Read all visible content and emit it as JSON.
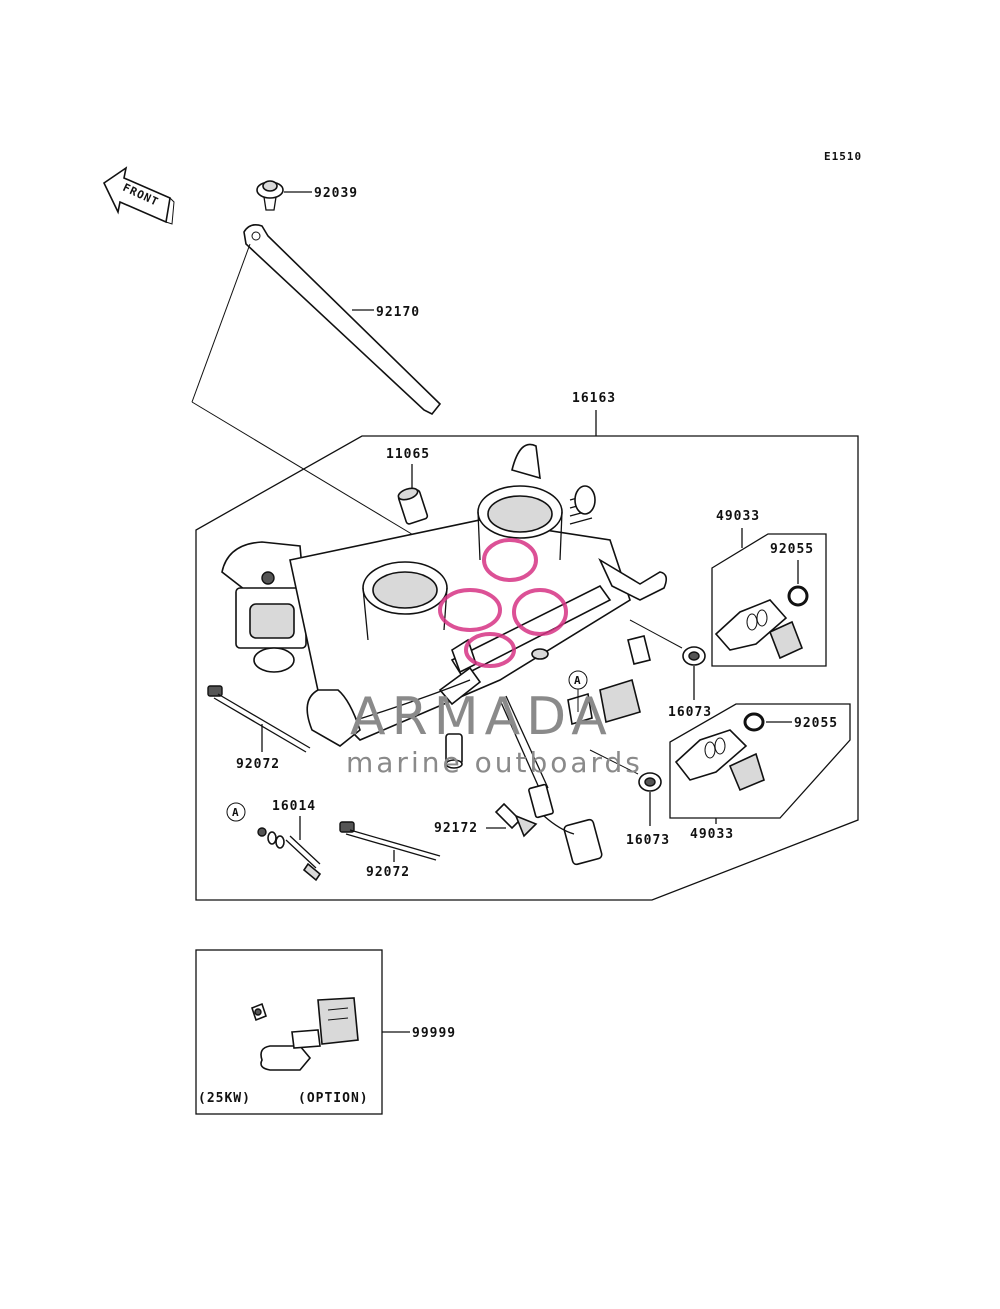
{
  "diagram_code": "E1510",
  "front_arrow": {
    "label": "FRONT",
    "icon": "front-arrow-icon"
  },
  "parts": [
    {
      "id": "p92039",
      "number": "92039"
    },
    {
      "id": "p92170",
      "number": "92170"
    },
    {
      "id": "p16163",
      "number": "16163"
    },
    {
      "id": "p11065",
      "number": "11065"
    },
    {
      "id": "p49033a",
      "number": "49033"
    },
    {
      "id": "p92055a",
      "number": "92055"
    },
    {
      "id": "p16073a",
      "number": "16073"
    },
    {
      "id": "p92055b",
      "number": "92055"
    },
    {
      "id": "p92072a",
      "number": "92072"
    },
    {
      "id": "p16014",
      "number": "16014"
    },
    {
      "id": "p92172",
      "number": "92172"
    },
    {
      "id": "p16073b",
      "number": "16073"
    },
    {
      "id": "p49033b",
      "number": "49033"
    },
    {
      "id": "p92072b",
      "number": "92072"
    },
    {
      "id": "p99999",
      "number": "99999"
    }
  ],
  "callouts": {
    "a1": "A",
    "a2": "A"
  },
  "option_box": {
    "left_note": "(25KW)",
    "right_note": "(OPTION)"
  },
  "watermark": {
    "brand": "ARMADA",
    "tagline": "marine outboards",
    "brand_color": "#d63384"
  }
}
